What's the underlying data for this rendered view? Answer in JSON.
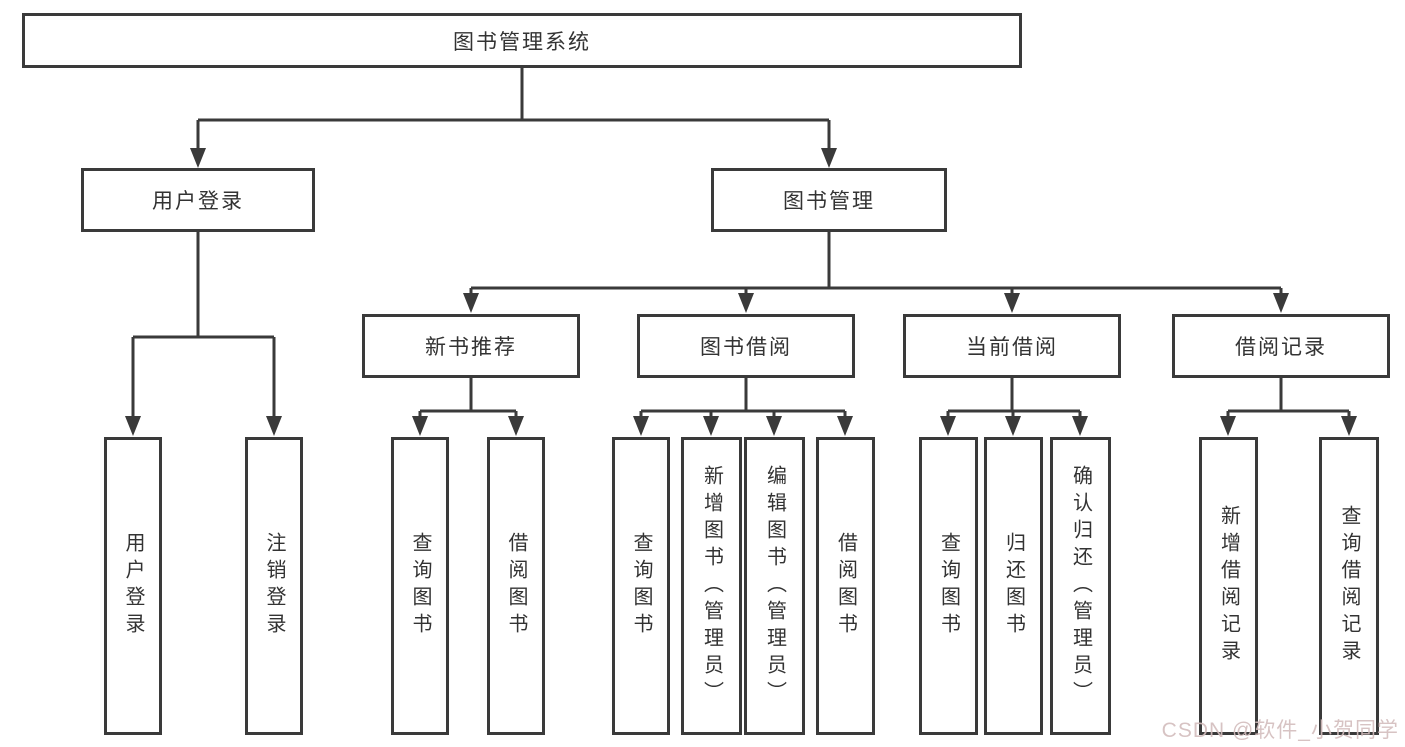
{
  "tree": {
    "root": {
      "label": "图书管理系统",
      "children": [
        {
          "label": "用户登录",
          "children": [
            {
              "label": "用户登录"
            },
            {
              "label": "注销登录"
            }
          ]
        },
        {
          "label": "图书管理",
          "children": [
            {
              "label": "新书推荐",
              "children": [
                {
                  "label": "查询图书"
                },
                {
                  "label": "借阅图书"
                }
              ]
            },
            {
              "label": "图书借阅",
              "children": [
                {
                  "label": "查询图书"
                },
                {
                  "label": "新增图书（管理员）"
                },
                {
                  "label": "编辑图书（管理员）"
                },
                {
                  "label": "借阅图书"
                }
              ]
            },
            {
              "label": "当前借阅",
              "children": [
                {
                  "label": "查询图书"
                },
                {
                  "label": "归还图书"
                },
                {
                  "label": "确认归还（管理员）"
                }
              ]
            },
            {
              "label": "借阅记录",
              "children": [
                {
                  "label": "新增借阅记录"
                },
                {
                  "label": "查询借阅记录"
                }
              ]
            }
          ]
        }
      ]
    }
  },
  "watermark": "CSDN @软件_小贺同学",
  "colors": {
    "line": "#3a3a3a",
    "box_border": "#3a3a3a",
    "text": "#333333",
    "watermark": "#d3bdbd",
    "background": "#ffffff"
  }
}
